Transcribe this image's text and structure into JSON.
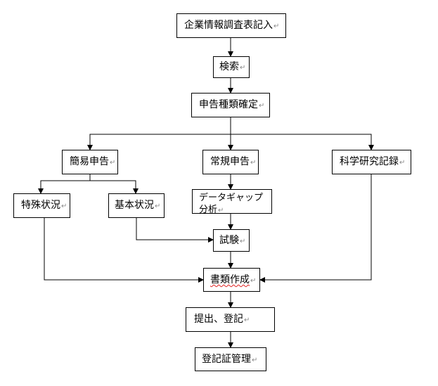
{
  "diagram": {
    "type": "flowchart",
    "para_mark": "↵",
    "nodes": [
      {
        "id": "survey",
        "label": "企業情報調査表記入"
      },
      {
        "id": "search",
        "label": "検索"
      },
      {
        "id": "decide",
        "label": "申告種類確定"
      },
      {
        "id": "simple",
        "label": "簡易申告"
      },
      {
        "id": "regular",
        "label": "常規申告"
      },
      {
        "id": "science",
        "label": "科学研究記録"
      },
      {
        "id": "special",
        "label": "特殊状況"
      },
      {
        "id": "basic",
        "label": "基本状況"
      },
      {
        "id": "gap",
        "label": "データギャップ分析"
      },
      {
        "id": "test",
        "label": "試験"
      },
      {
        "id": "dossier",
        "label": "書類作成"
      },
      {
        "id": "submit",
        "label": "提出、登記"
      },
      {
        "id": "certmgmt",
        "label": "登記証管理"
      }
    ],
    "edges": [
      {
        "from": "survey",
        "to": "search"
      },
      {
        "from": "search",
        "to": "decide"
      },
      {
        "from": "decide",
        "to": "simple"
      },
      {
        "from": "decide",
        "to": "regular"
      },
      {
        "from": "decide",
        "to": "science"
      },
      {
        "from": "simple",
        "to": "special"
      },
      {
        "from": "simple",
        "to": "basic"
      },
      {
        "from": "regular",
        "to": "gap"
      },
      {
        "from": "gap",
        "to": "test"
      },
      {
        "from": "basic",
        "to": "test"
      },
      {
        "from": "test",
        "to": "dossier"
      },
      {
        "from": "special",
        "to": "dossier"
      },
      {
        "from": "science",
        "to": "dossier"
      },
      {
        "from": "dossier",
        "to": "submit"
      },
      {
        "from": "submit",
        "to": "certmgmt"
      }
    ]
  }
}
